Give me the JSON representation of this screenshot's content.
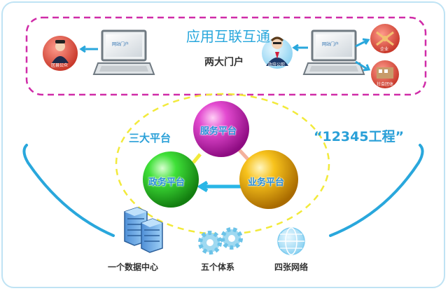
{
  "portal": {
    "title": "应用互联互通",
    "subtitle": "两大门户",
    "left_laptop_screen": "网站门户",
    "right_laptop_screen": "网站门户",
    "person_left_label": "区县公众",
    "person_right_label": "政府公职",
    "top_right_label": "企业",
    "bottom_right_label": "社会团体"
  },
  "platforms": {
    "group_label": "三大平台",
    "service": "服务平台",
    "government": "政务平台",
    "business": "业务平台"
  },
  "project_label": "“12345工程”",
  "bottom": {
    "data_center": "一个数据中心",
    "systems": "五个体系",
    "networks": "四张网络"
  },
  "colors": {
    "frame": "#bfe3f4",
    "portal_border": "#d02ca8",
    "ellipse": "#f2ea3b",
    "accent": "#2aa0d8",
    "service_sphere": "#d21fbf",
    "government_sphere": "#2fd02a",
    "business_sphere": "#f0b20a"
  }
}
